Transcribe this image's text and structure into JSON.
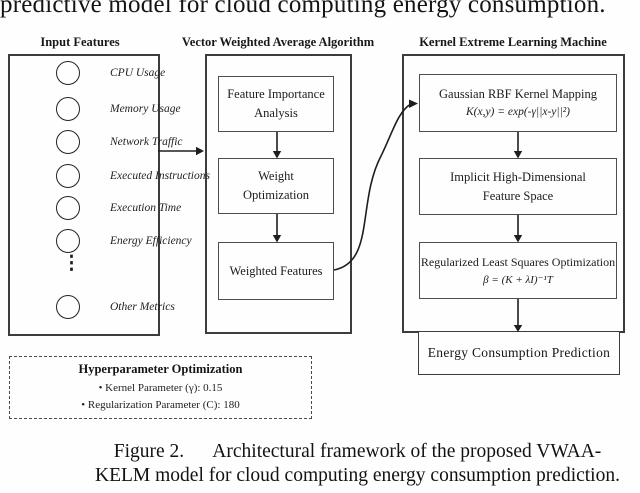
{
  "page": {
    "top_text": "predictive model for cloud computing energy consumption.",
    "caption_line1": "Figure 2.      Architectural framework of the proposed VWAA-",
    "caption_line2": "KELM model for cloud computing energy consumption prediction."
  },
  "input": {
    "header": "Input Features",
    "items": [
      "CPU Usage",
      "Memory Usage",
      "Network Traffic",
      "Executed Instructions",
      "Execution Time",
      "Energy Efficiency",
      "Other Metrics"
    ],
    "ellipsis": "⋮"
  },
  "vwaa": {
    "header": "Vector Weighted Average Algorithm",
    "box1_line1": "Feature Importance",
    "box1_line2": "Analysis",
    "box2_line1": "Weight",
    "box2_line2": "Optimization",
    "box3": "Weighted Features"
  },
  "kelm": {
    "header": "Kernel Extreme Learning Machine",
    "gaussian_title": "Gaussian RBF Kernel Mapping",
    "gaussian_formula": "K(x,y) = exp(-γ||x-y||²)",
    "implicit_line1": "Implicit High-Dimensional",
    "implicit_line2": "Feature Space",
    "regularized_title": "Regularized Least Squares Optimization",
    "regularized_formula": "β = (K + λI)⁻¹T",
    "output_box": "Energy Consumption Prediction"
  },
  "hyperparameters": {
    "title": "Hyperparameter Optimization",
    "items": [
      "• Kernel Parameter (γ): 0.15",
      "• Regularization Parameter (C): 180"
    ]
  },
  "colors": {
    "ink": "#1c1c1c",
    "box_border": "#3c3c3c",
    "background": "#fefefe"
  }
}
